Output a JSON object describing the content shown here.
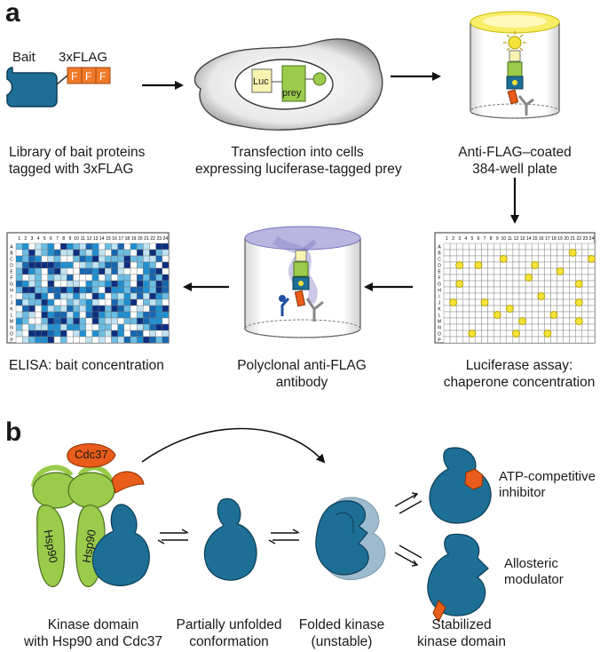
{
  "panel_a": {
    "letter": "a",
    "bait_label": "Bait",
    "flag_label": "3xFLAG",
    "flag_letter": "F",
    "luc_label": "Luc",
    "prey_label": "prey",
    "captions": {
      "library_l1": "Library of bait proteins",
      "library_l2": "tagged with 3xFLAG",
      "transfection_l1": "Transfection into cells",
      "transfection_l2": "expressing luciferase-tagged prey",
      "plate_l1": "Anti-FLAG–coated",
      "plate_l2": "384-well plate",
      "elisa": "ELISA: bait concentration",
      "antibody_l1": "Polyclonal anti-FLAG",
      "antibody_l2": "antibody",
      "luciferase_l1": "Luciferase assay:",
      "luciferase_l2": "chaperone concentration"
    },
    "plate_cols": [
      "1",
      "2",
      "3",
      "4",
      "5",
      "6",
      "7",
      "8",
      "9",
      "10",
      "11",
      "12",
      "13",
      "14",
      "15",
      "16",
      "17",
      "18",
      "19",
      "20",
      "21",
      "22",
      "23",
      "24"
    ],
    "plate_rows": [
      "A",
      "B",
      "C",
      "D",
      "E",
      "F",
      "G",
      "H",
      "I",
      "J",
      "K",
      "L",
      "M",
      "N",
      "O",
      "P"
    ]
  },
  "panel_b": {
    "letter": "b",
    "cdc37_label": "Cdc37",
    "hsp90_label": "Hsp90",
    "atp_l1": "ATP-competitive",
    "atp_l2": "inhibitor",
    "allo_l1": "Allosteric",
    "allo_l2": "modulator",
    "captions": {
      "kinase_l1": "Kinase domain",
      "kinase_l2": "with Hsp90 and Cdc37",
      "partial_l1": "Partially unfolded",
      "partial_l2": "conformation",
      "folded_l1": "Folded kinase",
      "folded_l2": "(unstable)",
      "stab_l1": "Stabilized",
      "stab_l2": "kinase domain"
    }
  },
  "colors": {
    "kinase_blue": "#1d6f96",
    "flag_orange": "#f07a2a",
    "hsp_green": "#9acb4a",
    "cdc37_orange": "#ea5c1a",
    "luciferase_yellow": "#f5e23a",
    "elisa_palette": [
      "#ffffff",
      "#bfe3f2",
      "#6bbde3",
      "#1f8fd0",
      "#1766b0",
      "#0d2f7f"
    ]
  }
}
